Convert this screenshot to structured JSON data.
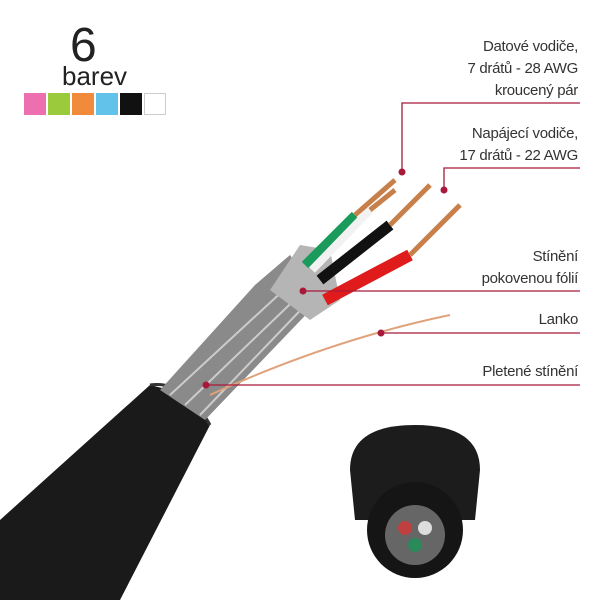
{
  "color_count": {
    "number": "6",
    "label": "barev"
  },
  "swatches": [
    {
      "name": "pink",
      "color": "#ee6fb0"
    },
    {
      "name": "green",
      "color": "#9bcb3c"
    },
    {
      "name": "orange",
      "color": "#f28a3c"
    },
    {
      "name": "blue",
      "color": "#62c2ea"
    },
    {
      "name": "black",
      "color": "#111111"
    },
    {
      "name": "white",
      "color": "#ffffff"
    }
  ],
  "callouts": [
    {
      "lines": [
        "Datové vodiče,",
        "7 drátů - 28 AWG",
        "kroucený pár"
      ]
    },
    {
      "lines": [
        "Napájecí vodiče,",
        "17 drátů - 22 AWG"
      ]
    },
    {
      "lines": [
        "Stínění",
        "pokovenou fólií"
      ]
    },
    {
      "lines": [
        "Lanko"
      ]
    },
    {
      "lines": [
        "Pletené stínění"
      ]
    }
  ],
  "accent_color": "#a8193a"
}
